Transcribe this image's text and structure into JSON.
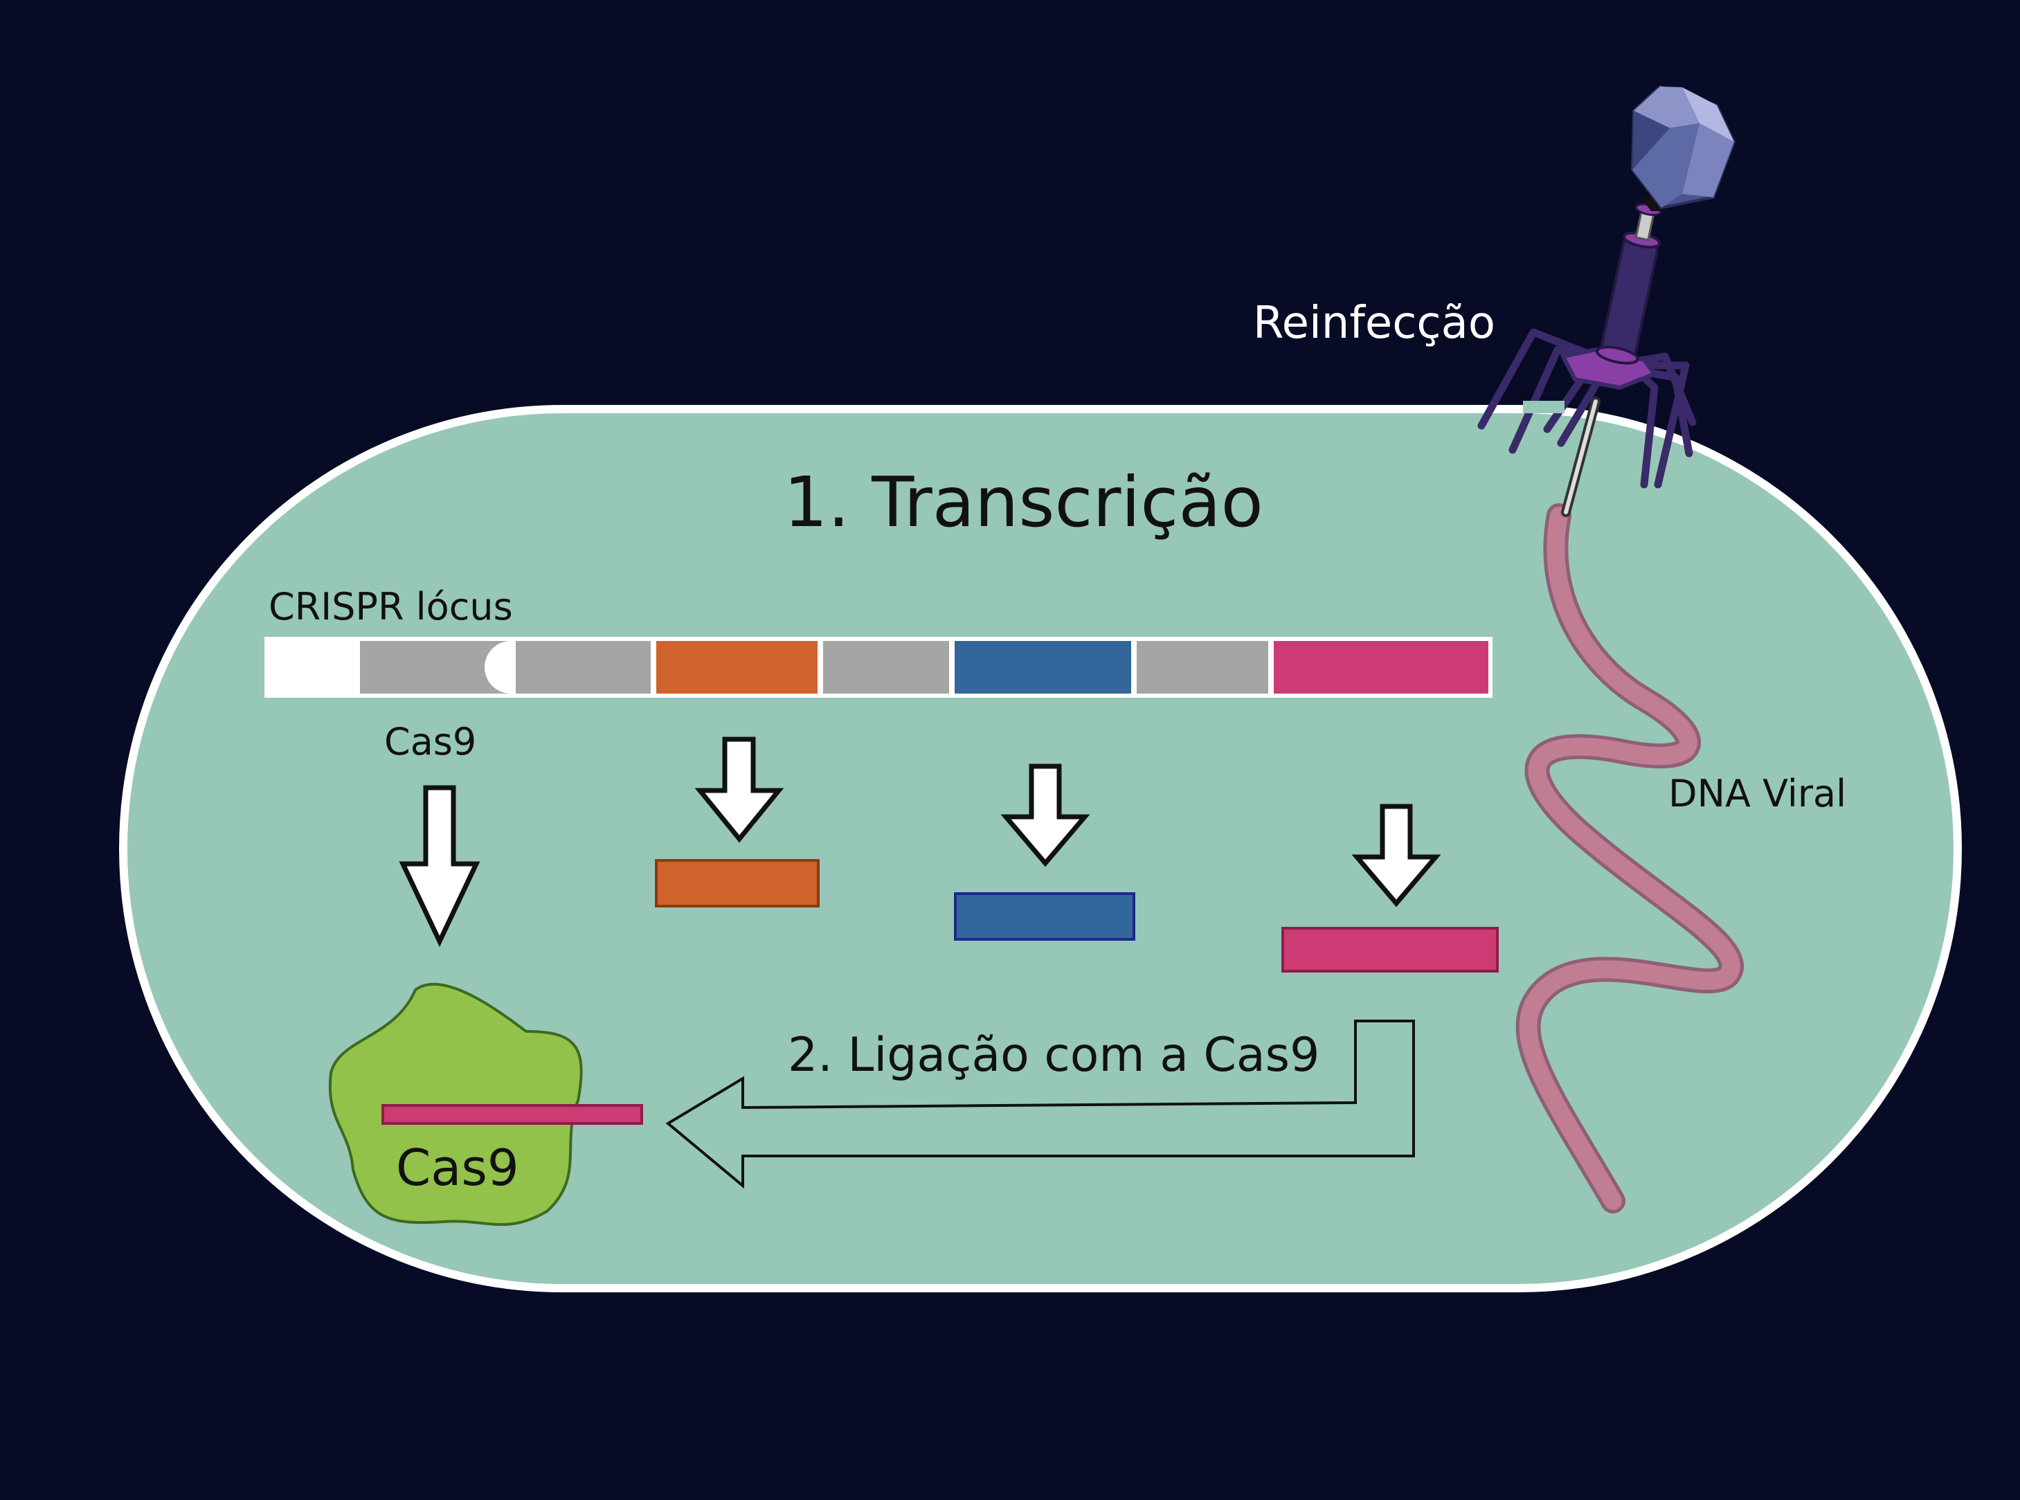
{
  "colors": {
    "background": "#070b25",
    "cell_fill": "#97c7b7",
    "cell_border": "#ffffff",
    "spacer_gray": "#a5a5a3",
    "segment_orange": "#d0632b",
    "segment_blue": "#33669a",
    "segment_pink": "#cd3b74",
    "cas9_fill": "#93c24a",
    "cas9_border": "#3d6a1f",
    "viral_dna": "#c17d92",
    "phage_head": "#5d6aa5",
    "phage_tail": "#3a2a6a",
    "phage_purple": "#8a3fa6"
  },
  "labels": {
    "reinfection": "Reinfecção",
    "step1_title": "1. Transcrição",
    "crispr_locus": "CRISPR lócus",
    "cas9_gene": "Cas9",
    "viral_dna": "DNA Viral",
    "step2_label": "2. Ligação com a Cas9",
    "cas9_protein": "Cas9"
  },
  "icons": {
    "phage": "bacteriophage-icon",
    "arrow": "down-arrow-icon"
  }
}
